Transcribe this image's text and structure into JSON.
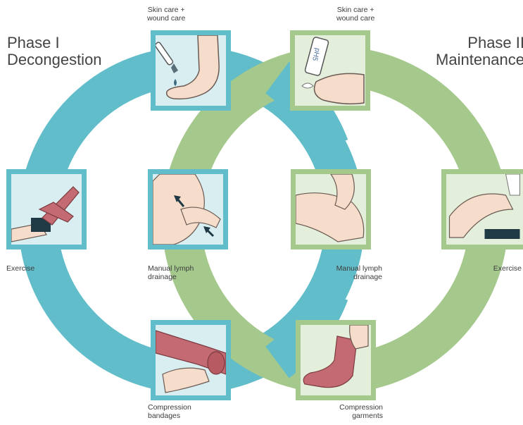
{
  "phase1": {
    "line1": "Phase I",
    "line2": "Decongestion"
  },
  "phase2": {
    "line1": "Phase II",
    "line2": "Maintenance"
  },
  "captions": {
    "skin_left": [
      "Skin care +",
      "wound care"
    ],
    "skin_right": [
      "Skin care +",
      "wound care"
    ],
    "exercise_left": "Exercise",
    "exercise_right": "Exercise",
    "mld_left": [
      "Manual lymph",
      "drainage"
    ],
    "mld_right": [
      "Manual lymph",
      "drainage"
    ],
    "compression_left": [
      "Compression",
      "bandages"
    ],
    "compression_right": [
      "Compression",
      "garments"
    ]
  },
  "product_label": "pH5",
  "colors": {
    "blue_ring": "#62bdca",
    "green_ring": "#a5c98c",
    "skin": "#f5dccb",
    "bandage": "#c46a72"
  },
  "icons": [
    "brush-icon",
    "foot-icon",
    "cream-tube-icon",
    "hands-icon",
    "leg-raise-icon",
    "arrow-icon",
    "bandage-icon",
    "sock-icon"
  ]
}
